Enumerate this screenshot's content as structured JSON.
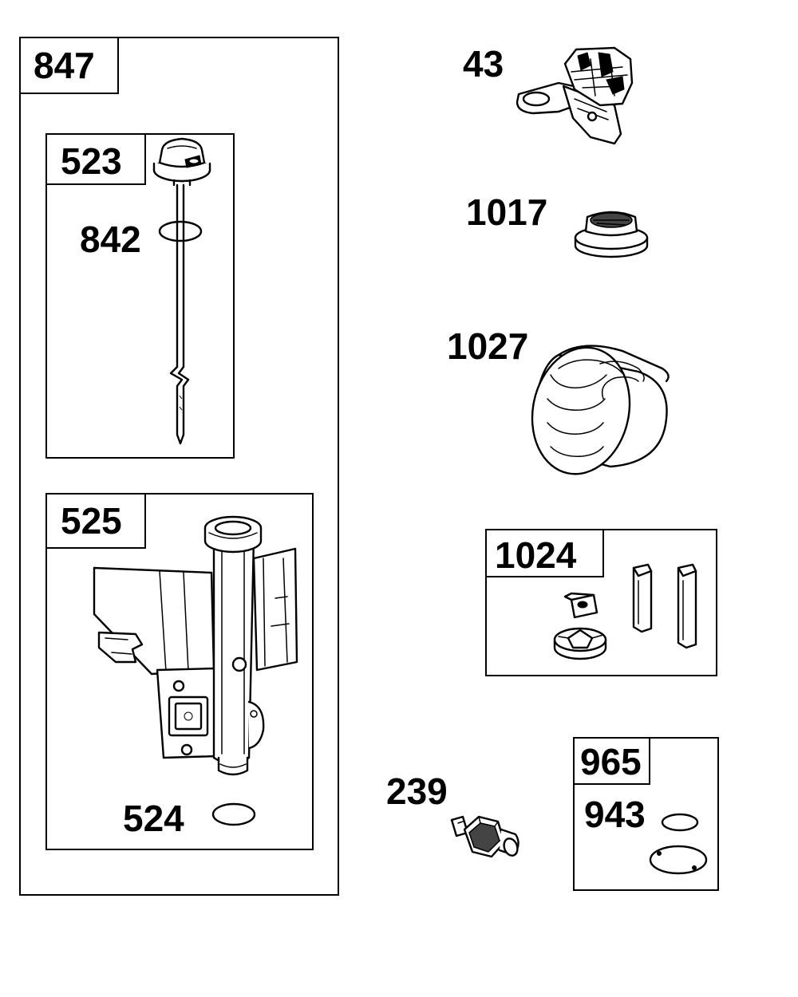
{
  "labels": {
    "p847": "847",
    "p523": "523",
    "p842": "842",
    "p525": "525",
    "p524": "524",
    "p43": "43",
    "p1017": "1017",
    "p1027": "1027",
    "p1024": "1024",
    "p965": "965",
    "p943": "943",
    "p239": "239"
  }
}
